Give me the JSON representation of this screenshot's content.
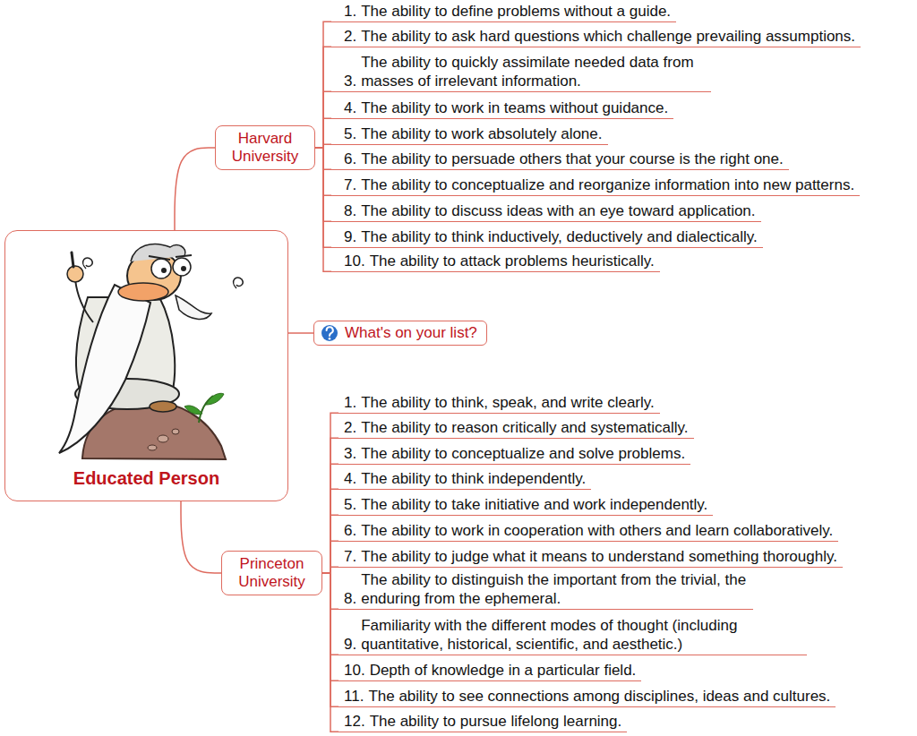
{
  "diagram": {
    "nodes": [
      {
        "text": [
          "Educated Person"
        ]
      },
      {
        "text": [
          "Harvard University"
        ]
      },
      {
        "text": [
          "1.",
          "The ability to define problems without a guide."
        ]
      },
      {
        "text": [
          "2.",
          "The ability to ask hard questions which challenge prevailing assumptions."
        ]
      },
      {
        "text": [
          "3.",
          "The ability to quickly assimilate needed data from masses of irrelevant information."
        ]
      },
      {
        "text": [
          "4.",
          "The ability to work in teams without guidance."
        ]
      },
      {
        "text": [
          "5.",
          "The ability to work absolutely alone."
        ]
      },
      {
        "text": [
          "6.",
          "The ability to persuade others that your course is the right one."
        ]
      },
      {
        "text": [
          "7.",
          "The ability to conceptualize and reorganize information into new patterns."
        ]
      },
      {
        "text": [
          "8.",
          "The ability to discuss ideas with an eye toward application."
        ]
      },
      {
        "text": [
          "9.",
          "The ability to think inductively, deductively and dialectically."
        ]
      },
      {
        "text": [
          "10.",
          "The ability to attack problems heuristically."
        ]
      },
      {
        "text": [
          "What's on your list?"
        ]
      },
      {
        "text": [
          "Princeton University"
        ]
      },
      {
        "text": [
          "1.",
          "The ability to think, speak, and write clearly."
        ]
      },
      {
        "text": [
          "2.",
          "The ability to reason critically and systematically."
        ]
      },
      {
        "text": [
          "3.",
          "The ability to conceptualize and solve problems."
        ]
      },
      {
        "text": [
          "4.",
          "The ability to think independently."
        ]
      },
      {
        "text": [
          "5.",
          "The ability to take initiative and work independently."
        ]
      },
      {
        "text": [
          "6.",
          "The ability to work in cooperation with others and learn collaboratively."
        ]
      },
      {
        "text": [
          "7.",
          "The ability to judge what it means to understand something thoroughly."
        ]
      },
      {
        "text": [
          "8.",
          "The ability to distinguish the important from the trivial, the enduring from the ephemeral."
        ]
      },
      {
        "text": [
          "9.",
          "Familiarity with the different modes of thought (including quantitative, historical, scientific, and aesthetic.)"
        ]
      },
      {
        "text": [
          "10.",
          "Depth of knowledge in a particular field."
        ]
      },
      {
        "text": [
          "11.",
          "The ability to see connections among disciplines, ideas and cultures."
        ]
      },
      {
        "text": [
          "12.",
          "The ability to pursue lifelong learning."
        ]
      }
    ],
    "edges": [
      {
        "from": 0,
        "to": 1,
        "arrow": "none"
      },
      {
        "from": 1,
        "to": 2,
        "arrow": "none"
      },
      {
        "from": 1,
        "to": 3,
        "arrow": "none"
      },
      {
        "from": 1,
        "to": 4,
        "arrow": "none"
      },
      {
        "from": 1,
        "to": 5,
        "arrow": "none"
      },
      {
        "from": 1,
        "to": 6,
        "arrow": "none"
      },
      {
        "from": 1,
        "to": 7,
        "arrow": "none"
      },
      {
        "from": 1,
        "to": 8,
        "arrow": "none"
      },
      {
        "from": 1,
        "to": 9,
        "arrow": "none"
      },
      {
        "from": 1,
        "to": 10,
        "arrow": "none"
      },
      {
        "from": 1,
        "to": 11,
        "arrow": "none"
      },
      {
        "from": 0,
        "to": 12,
        "arrow": "none"
      },
      {
        "from": 0,
        "to": 13,
        "arrow": "none"
      },
      {
        "from": 13,
        "to": 14,
        "arrow": "none"
      },
      {
        "from": 13,
        "to": 15,
        "arrow": "none"
      },
      {
        "from": 13,
        "to": 16,
        "arrow": "none"
      },
      {
        "from": 13,
        "to": 17,
        "arrow": "none"
      },
      {
        "from": 13,
        "to": 18,
        "arrow": "none"
      },
      {
        "from": 13,
        "to": 19,
        "arrow": "none"
      },
      {
        "from": 13,
        "to": 20,
        "arrow": "none"
      },
      {
        "from": 13,
        "to": 21,
        "arrow": "none"
      },
      {
        "from": 13,
        "to": 22,
        "arrow": "none"
      },
      {
        "from": 13,
        "to": 23,
        "arrow": "none"
      },
      {
        "from": 13,
        "to": 24,
        "arrow": "none"
      },
      {
        "from": 13,
        "to": 25,
        "arrow": "none"
      }
    ]
  }
}
